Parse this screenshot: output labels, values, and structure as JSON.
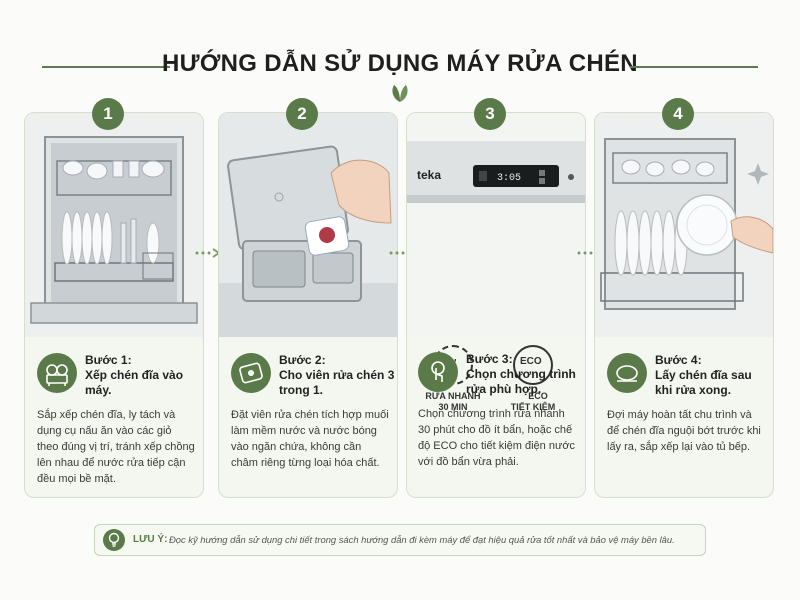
{
  "header": {
    "title": "HƯỚNG DẪN SỬ DỤNG MÁY RỬA CHÉN"
  },
  "steps": [
    {
      "number": "1",
      "label": "Bước 1:",
      "title": "Xếp chén đĩa vào máy.",
      "description": "Sắp xếp chén đĩa, ly tách và dụng cụ nấu ăn vào các giỏ theo đúng vị trí, tránh xếp chồng lên nhau để nước rửa tiếp cận đều mọi bề mặt.",
      "icon": "dish-rack-icon"
    },
    {
      "number": "2",
      "label": "Bước 2:",
      "title": "Cho viên rửa chén 3 trong 1.",
      "description": "Đặt viên rửa chén tích hợp muối làm mềm nước và nước bóng vào ngăn chứa, không cần châm riêng từng loại hóa chất.",
      "icon": "tablet-icon"
    },
    {
      "number": "3",
      "label": "Bước 3:",
      "title": "Chọn chương trình rửa phù hợp.",
      "description": "Chọn chương trình rửa nhanh 30 phút cho đồ ít bẩn, hoặc chế độ ECO cho tiết kiệm điện nước với đồ bẩn vừa phải.",
      "icon": "touch-button-icon"
    },
    {
      "number": "4",
      "label": "Bước 4:",
      "title": "Lấy chén đĩa sau khi rửa xong.",
      "description": "Đợi máy hoàn tất chu trình và để chén đĩa nguội bớt trước khi lấy ra, sắp xếp lại vào tủ bếp.",
      "icon": "plate-icon"
    }
  ],
  "panel": {
    "brand": "teka",
    "display_time": "3:05",
    "quick": {
      "value": "30'",
      "label_line1": "RỬA NHANH",
      "label_line2": "30 MIN"
    },
    "eco": {
      "value": "ECO",
      "label_line1": "ECO",
      "label_line2": "TIẾT KIỆM"
    }
  },
  "note": {
    "label": "LƯU Ý:",
    "text": "Đọc kỹ hướng dẫn sử dụng chi tiết trong sách hướng dẫn đi kèm máy để đạt hiệu quả rửa tốt nhất và bảo vệ máy bền lâu."
  },
  "colors": {
    "accent": "#5b7a49",
    "card_bg": "#f4f7ef",
    "border": "#d6dfcd"
  }
}
